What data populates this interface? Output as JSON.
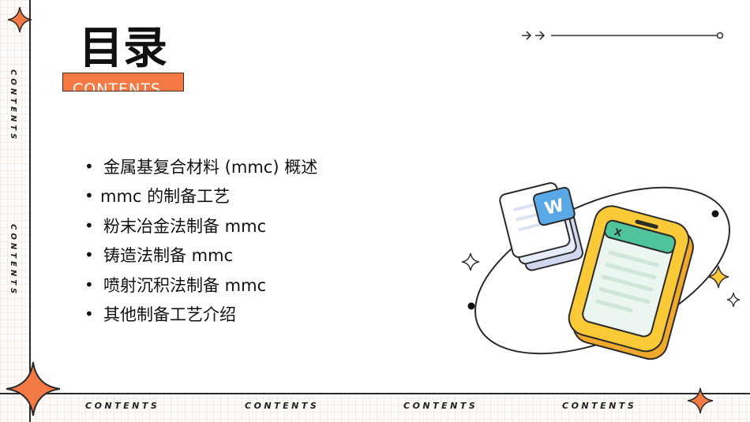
{
  "title": "目录",
  "subtitle": "CONTENTS",
  "side_labels": [
    "CONTENTS",
    "CONTENTS"
  ],
  "bottom_labels": [
    "CONTENTS",
    "CONTENTS",
    "CONTENTS",
    "CONTENTS"
  ],
  "items": [
    {
      "bullet": "•",
      "label": "金属基复合材料 (mmc) 概述"
    },
    {
      "bullet": "•",
      "label": "mmc 的制备工艺"
    },
    {
      "bullet": "•",
      "label": "粉末冶金法制备 mmc"
    },
    {
      "bullet": "•",
      "label": "铸造法制备 mmc"
    },
    {
      "bullet": "•",
      "label": "喷射沉积法制备 mmc"
    },
    {
      "bullet": "•",
      "label": "其他制备工艺介绍"
    }
  ],
  "colors": {
    "accent": "#f47a45",
    "phone": "#f9c937",
    "doc_blue": "#5aa9e6",
    "green": "#4fc49a"
  },
  "icons": {
    "doc": "word-document-icon",
    "sheet": "spreadsheet-icon"
  }
}
